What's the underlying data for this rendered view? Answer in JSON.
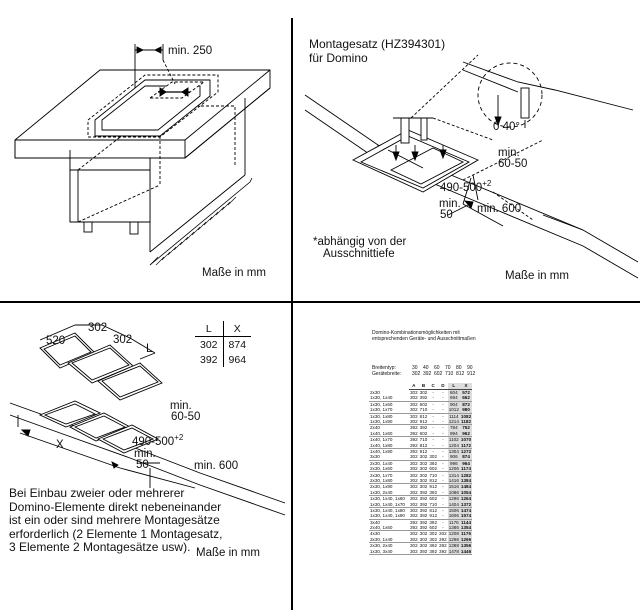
{
  "q1": {
    "dim_min250": "min. 250",
    "units": "Maße in mm"
  },
  "q2": {
    "title_line1": "Montagesatz (HZ394301)",
    "title_line2": "für Domino",
    "dim_040": "0 40°",
    "dim_min6050_a": "min.",
    "dim_min6050_b": "60-50",
    "dim_490": "490-500",
    "dim_490_sup": "+2",
    "dim_min50_a": "min.",
    "dim_min50_b": "50",
    "dim_min600": "min. 600",
    "note_line1": "*abhängig von der",
    "note_line2": "Ausschnittiefe",
    "units": "Maße in mm"
  },
  "q3": {
    "dim_520": "520",
    "dim_302a": "302",
    "dim_302b": "302",
    "dim_L": "L",
    "dim_X": "X",
    "table_header": [
      "L",
      "X"
    ],
    "table_rows": [
      [
        "302",
        "874"
      ],
      [
        "392",
        "964"
      ]
    ],
    "dim_min6050_a": "min.",
    "dim_min6050_b": "60-50",
    "dim_490": "490-500",
    "dim_490_sup": "+2",
    "dim_min50_a": "min.",
    "dim_min50_b": "50",
    "dim_min600": "min. 600",
    "note_lines": [
      "Bei Einbau zweier oder mehrerer",
      "Domino-Elemente direkt nebeneinander",
      "ist ein oder sind mehrere Montagesätze",
      "erforderlich (2 Elemente 1 Montagesatz,",
      "3 Elemente 2 Montagesätze usw)."
    ],
    "units": "Maße in mm"
  },
  "q4": {
    "caption_line1": "Domino-Kombinationsmöglichkeiten mit",
    "caption_line2": "entsprechenden Geräte- und Ausschnittmaßen",
    "breitentyp_label": "Breitentyp:",
    "breitentyp_values": [
      "30",
      "40",
      "60",
      "70",
      "80",
      "90"
    ],
    "geraetebreite_label": "Gerätebreite:",
    "geraetebreite_values": [
      "302",
      "392",
      "602",
      "710",
      "812",
      "912"
    ],
    "columns": [
      "A",
      "B",
      "C",
      "D",
      "L",
      "X"
    ],
    "rows": [
      [
        "2x30",
        "302",
        "302",
        "-",
        "-",
        "604",
        "572"
      ],
      [
        "1x30, 1x40",
        "302",
        "392",
        "-",
        "-",
        "694",
        "662"
      ],
      [
        "1x30, 1x60",
        "302",
        "602",
        "-",
        "-",
        "904",
        "872"
      ],
      [
        "1x30, 1x70",
        "302",
        "710",
        "-",
        "-",
        "1012",
        "980"
      ],
      [
        "1x30, 1x80",
        "302",
        "812",
        "-",
        "-",
        "1114",
        "1082"
      ],
      [
        "1x30, 1x90",
        "302",
        "912",
        "-",
        "-",
        "1214",
        "1182"
      ],
      [
        "2x40",
        "392",
        "392",
        "-",
        "-",
        "784",
        "752"
      ],
      [
        "1x40, 1x60",
        "392",
        "602",
        "-",
        "-",
        "994",
        "962"
      ],
      [
        "1x40, 1x70",
        "392",
        "710",
        "-",
        "-",
        "1102",
        "1070"
      ],
      [
        "1x40, 1x80",
        "392",
        "812",
        "-",
        "-",
        "1204",
        "1172"
      ],
      [
        "1x40, 1x90",
        "392",
        "912",
        "-",
        "-",
        "1304",
        "1272"
      ],
      [
        "3x30",
        "302",
        "302",
        "302",
        "-",
        "906",
        "874"
      ],
      [
        "2x30, 1x40",
        "302",
        "302",
        "392",
        "-",
        "996",
        "964"
      ],
      [
        "2x30, 1x60",
        "302",
        "302",
        "602",
        "-",
        "1206",
        "1174"
      ],
      [
        "2x30, 1x70",
        "302",
        "302",
        "710",
        "-",
        "1314",
        "1282"
      ],
      [
        "2x30, 1x80",
        "302",
        "302",
        "812",
        "-",
        "1416",
        "1384"
      ],
      [
        "2x30, 1x90",
        "302",
        "302",
        "912",
        "-",
        "1516",
        "1484"
      ],
      [
        "1x30, 2x40",
        "302",
        "392",
        "392",
        "-",
        "1086",
        "1054"
      ],
      [
        "1x30, 1x40, 1x60",
        "302",
        "392",
        "602",
        "-",
        "1296",
        "1264"
      ],
      [
        "1x30, 1x40, 1x70",
        "302",
        "392",
        "710",
        "-",
        "1404",
        "1372"
      ],
      [
        "1x30, 1x40, 1x80",
        "302",
        "392",
        "812",
        "-",
        "1506",
        "1474"
      ],
      [
        "1x30, 1x40, 1x90",
        "302",
        "392",
        "912",
        "-",
        "1606",
        "1574"
      ],
      [
        "3x40",
        "392",
        "392",
        "392",
        "-",
        "1176",
        "1144"
      ],
      [
        "2x40, 1x60",
        "392",
        "392",
        "602",
        "-",
        "1386",
        "1354"
      ],
      [
        "4x30",
        "302",
        "302",
        "302",
        "302",
        "1208",
        "1176"
      ],
      [
        "3x30, 1x40",
        "302",
        "302",
        "302",
        "392",
        "1298",
        "1266"
      ],
      [
        "2x30, 2x40",
        "302",
        "302",
        "392",
        "392",
        "1388",
        "1356"
      ],
      [
        "1x30, 3x40",
        "302",
        "392",
        "392",
        "392",
        "1478",
        "1446"
      ]
    ]
  }
}
